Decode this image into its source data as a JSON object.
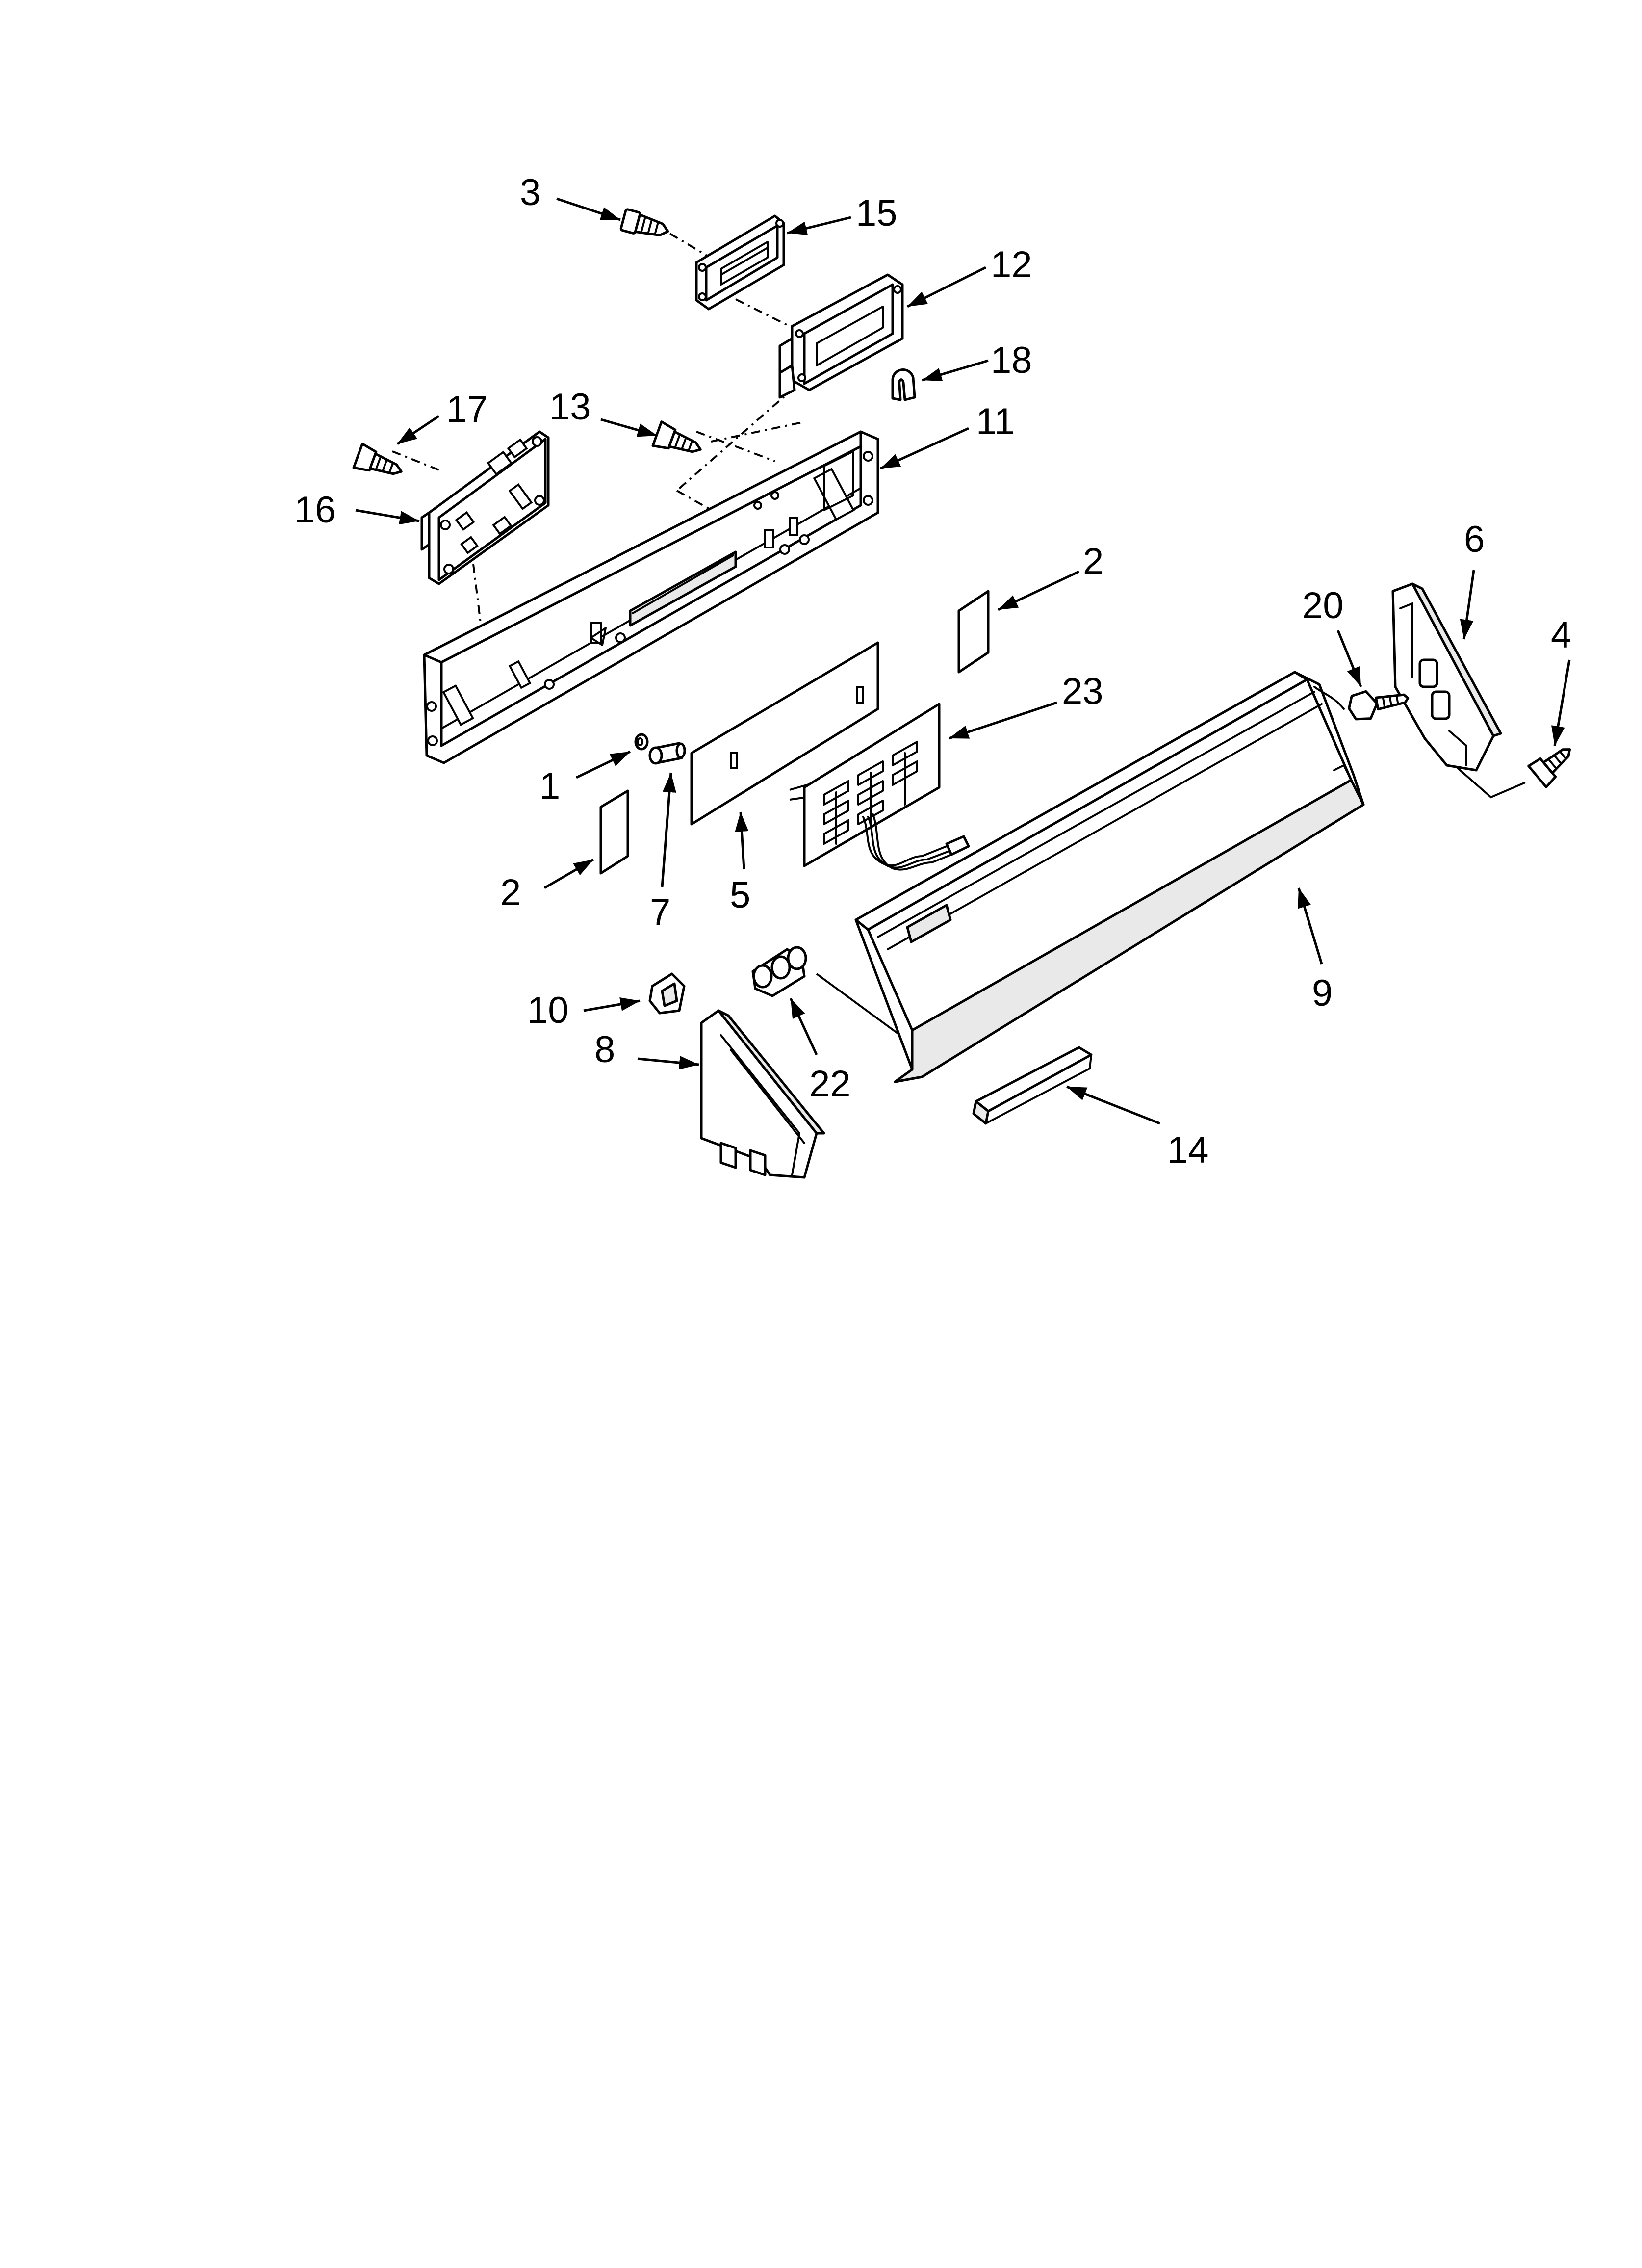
{
  "callouts": [
    {
      "id": "3",
      "label": "3"
    },
    {
      "id": "15",
      "label": "15"
    },
    {
      "id": "12",
      "label": "12"
    },
    {
      "id": "18",
      "label": "18"
    },
    {
      "id": "17",
      "label": "17"
    },
    {
      "id": "13",
      "label": "13"
    },
    {
      "id": "11",
      "label": "11"
    },
    {
      "id": "16",
      "label": "16"
    },
    {
      "id": "2a",
      "label": "2"
    },
    {
      "id": "6",
      "label": "6"
    },
    {
      "id": "20",
      "label": "20"
    },
    {
      "id": "4",
      "label": "4"
    },
    {
      "id": "23",
      "label": "23"
    },
    {
      "id": "1",
      "label": "1"
    },
    {
      "id": "2b",
      "label": "2"
    },
    {
      "id": "7",
      "label": "7"
    },
    {
      "id": "5",
      "label": "5"
    },
    {
      "id": "9",
      "label": "9"
    },
    {
      "id": "10",
      "label": "10"
    },
    {
      "id": "8",
      "label": "8"
    },
    {
      "id": "22",
      "label": "22"
    },
    {
      "id": "14",
      "label": "14"
    }
  ]
}
